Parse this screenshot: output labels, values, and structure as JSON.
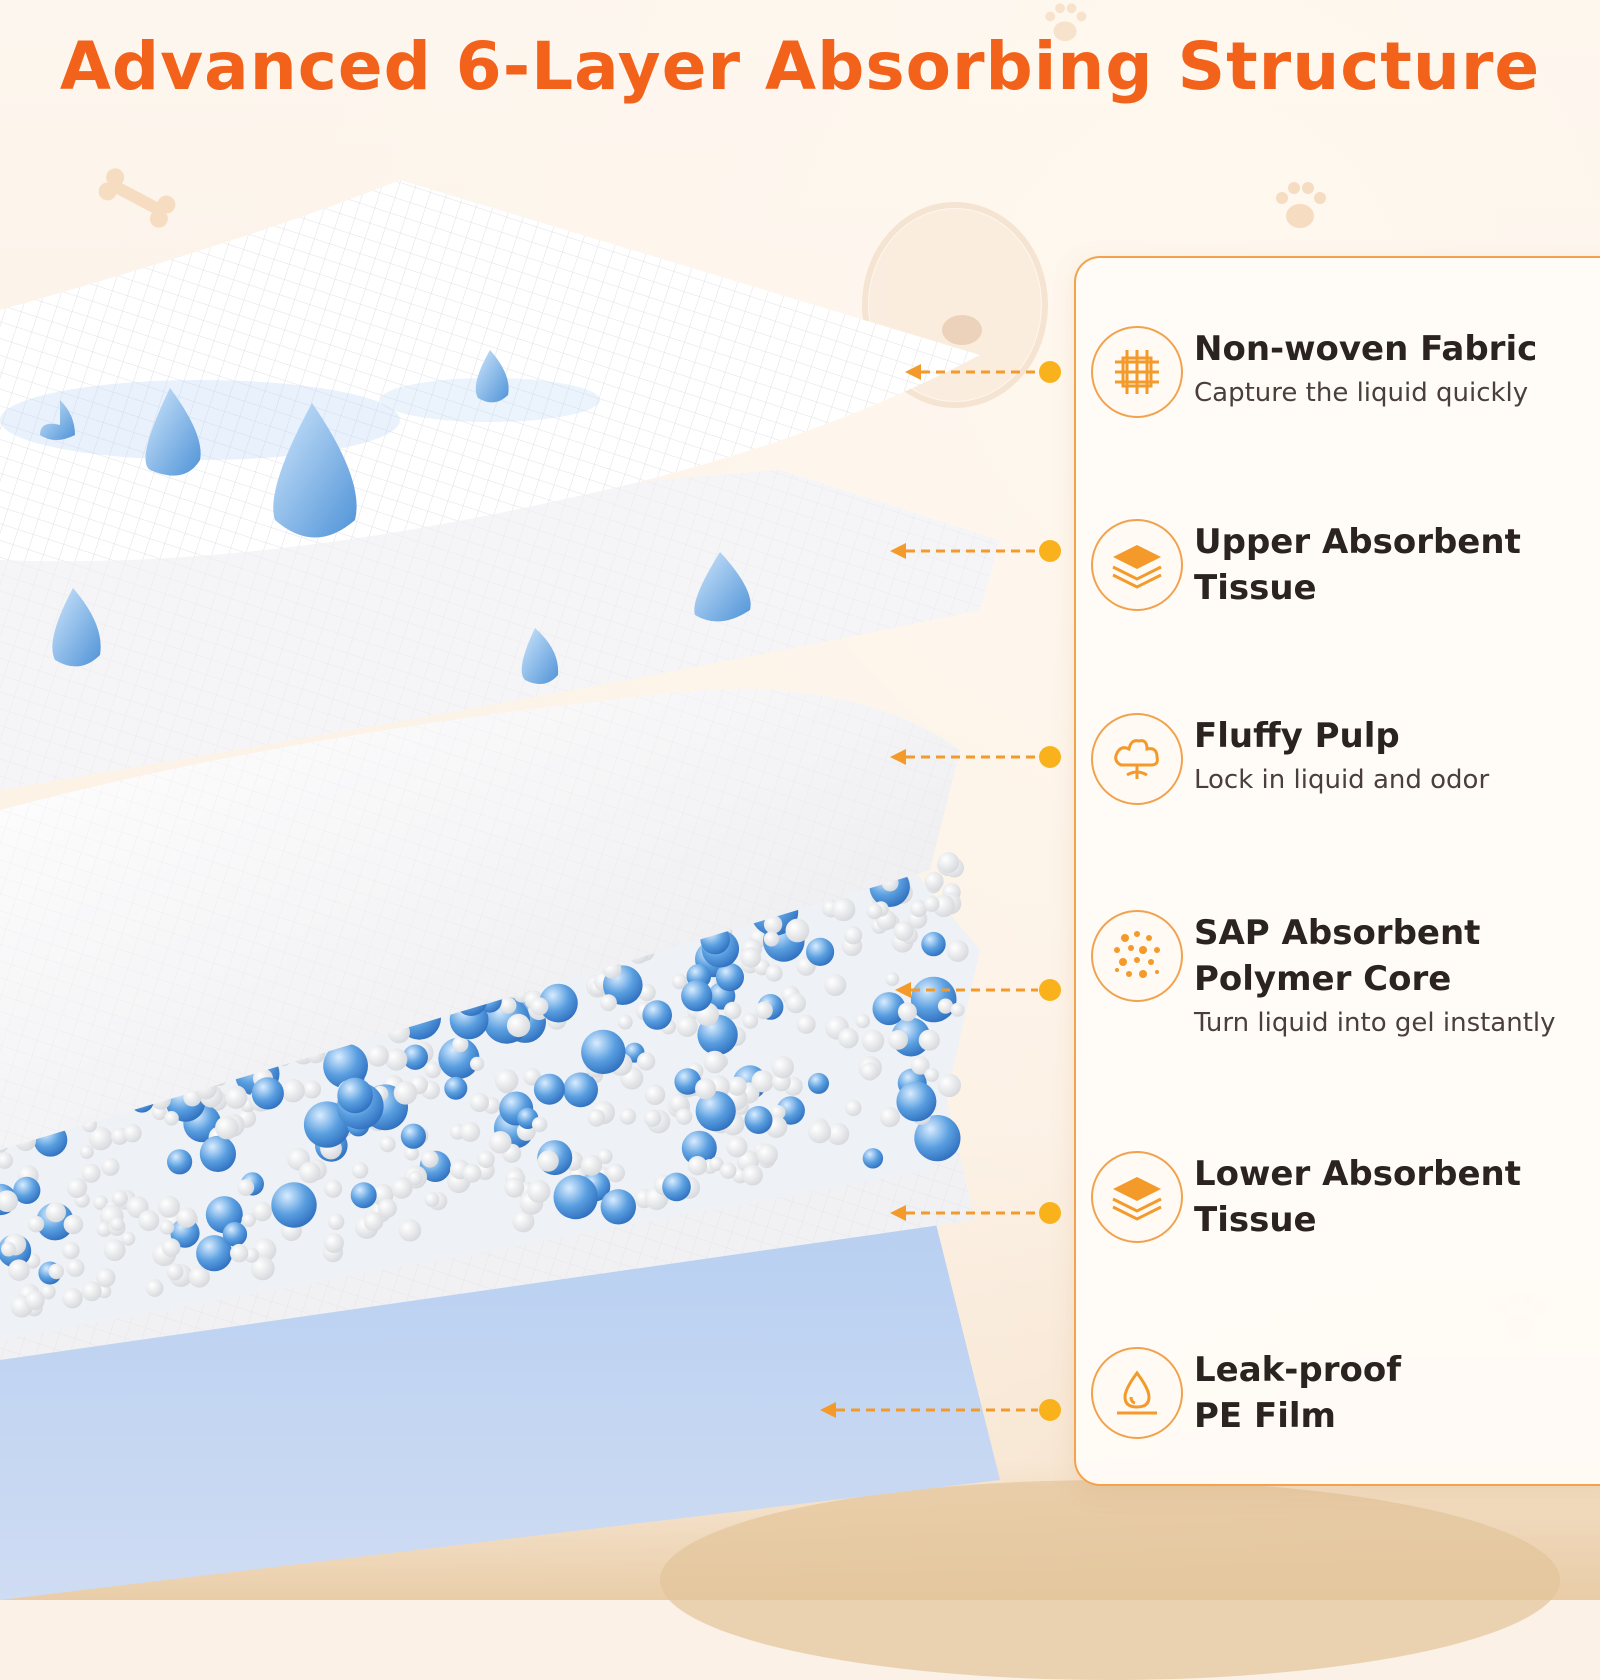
{
  "title": "Advanced 6-Layer Absorbing Structure",
  "accent_color": "#f3621a",
  "connector_color": "#f39a2a",
  "layers": [
    {
      "icon": "fabric-mesh-icon",
      "name_lines": [
        "Non-woven Fabric"
      ],
      "desc": "Capture the liquid quickly"
    },
    {
      "icon": "layers-icon",
      "name_lines": [
        "Upper Absorbent",
        "Tissue"
      ],
      "desc": ""
    },
    {
      "icon": "cotton-icon",
      "name_lines": [
        "Fluffy Pulp"
      ],
      "desc": "Lock in liquid and odor"
    },
    {
      "icon": "particles-icon",
      "name_lines": [
        "SAP Absorbent",
        "Polymer Core"
      ],
      "desc": "Turn liquid into gel instantly"
    },
    {
      "icon": "layers-icon",
      "name_lines": [
        "Lower Absorbent",
        "Tissue"
      ],
      "desc": ""
    },
    {
      "icon": "water-drop-icon",
      "name_lines": [
        "Leak-proof",
        "PE Film"
      ],
      "desc": ""
    }
  ]
}
